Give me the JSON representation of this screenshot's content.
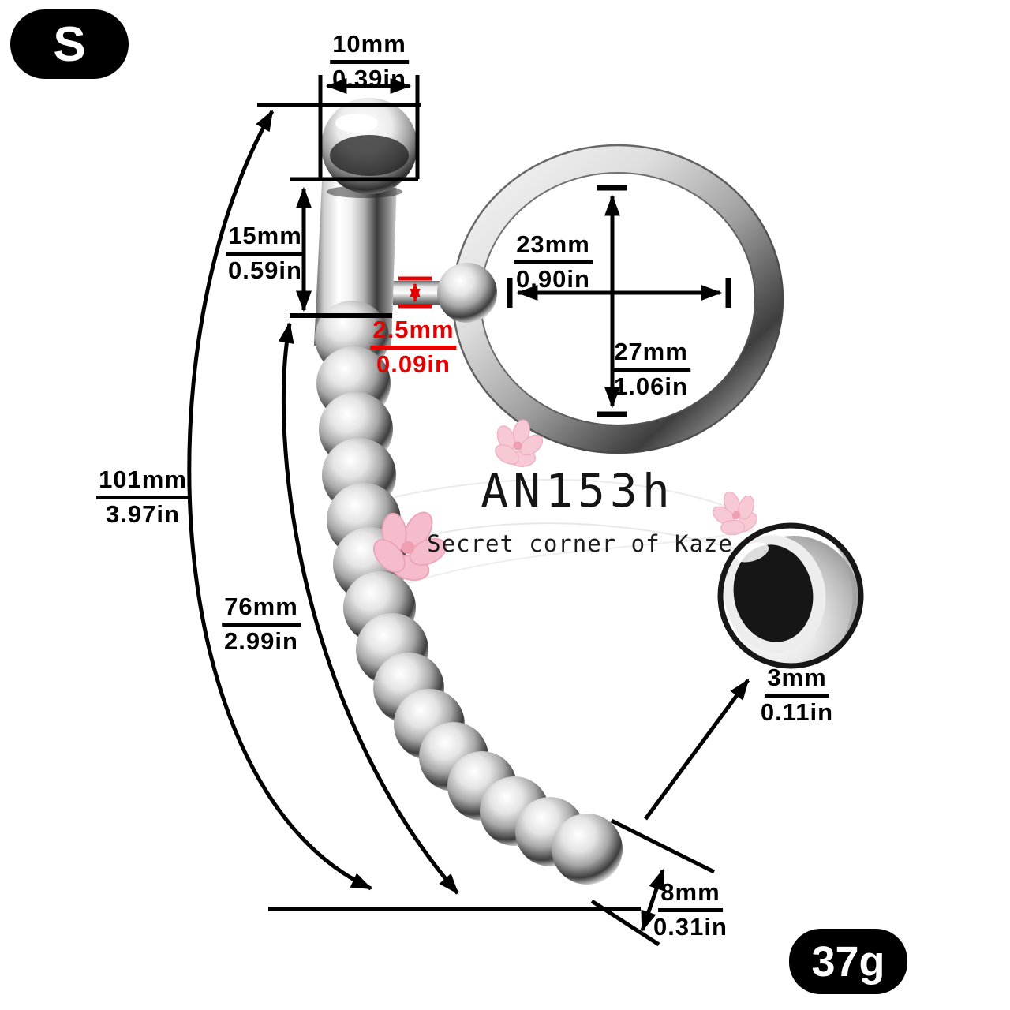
{
  "size_badge": {
    "label": "S"
  },
  "weight_badge": {
    "label": "37g"
  },
  "watermark": {
    "model": "AN153h",
    "shop": "Secret corner of Kaze"
  },
  "dimensions": {
    "glans_ball_width": {
      "mm": "10mm",
      "inch": "0.39in"
    },
    "shaft_length": {
      "mm": "15mm",
      "inch": "0.59in"
    },
    "pin_diameter": {
      "mm": "2.5mm",
      "inch": "0.09in"
    },
    "ring_inner_width": {
      "mm": "23mm",
      "inch": "0.90in"
    },
    "ring_inner_height": {
      "mm": "27mm",
      "inch": "1.06in"
    },
    "total_length": {
      "mm": "101mm",
      "inch": "3.97in"
    },
    "insertable_length": {
      "mm": "76mm",
      "inch": "2.99in"
    },
    "tip_diameter": {
      "mm": "8mm",
      "inch": "0.31in"
    },
    "hole_diameter": {
      "mm": "3mm",
      "inch": "0.11in"
    }
  },
  "colors": {
    "dimension_black": "#000000",
    "accent_red": "#e60000",
    "badge_bg": "#000000",
    "badge_text": "#ffffff",
    "metal_light": "#f5f5f5",
    "metal_dark": "#2f2f2f",
    "flower_pink": "#f7c9d4"
  }
}
